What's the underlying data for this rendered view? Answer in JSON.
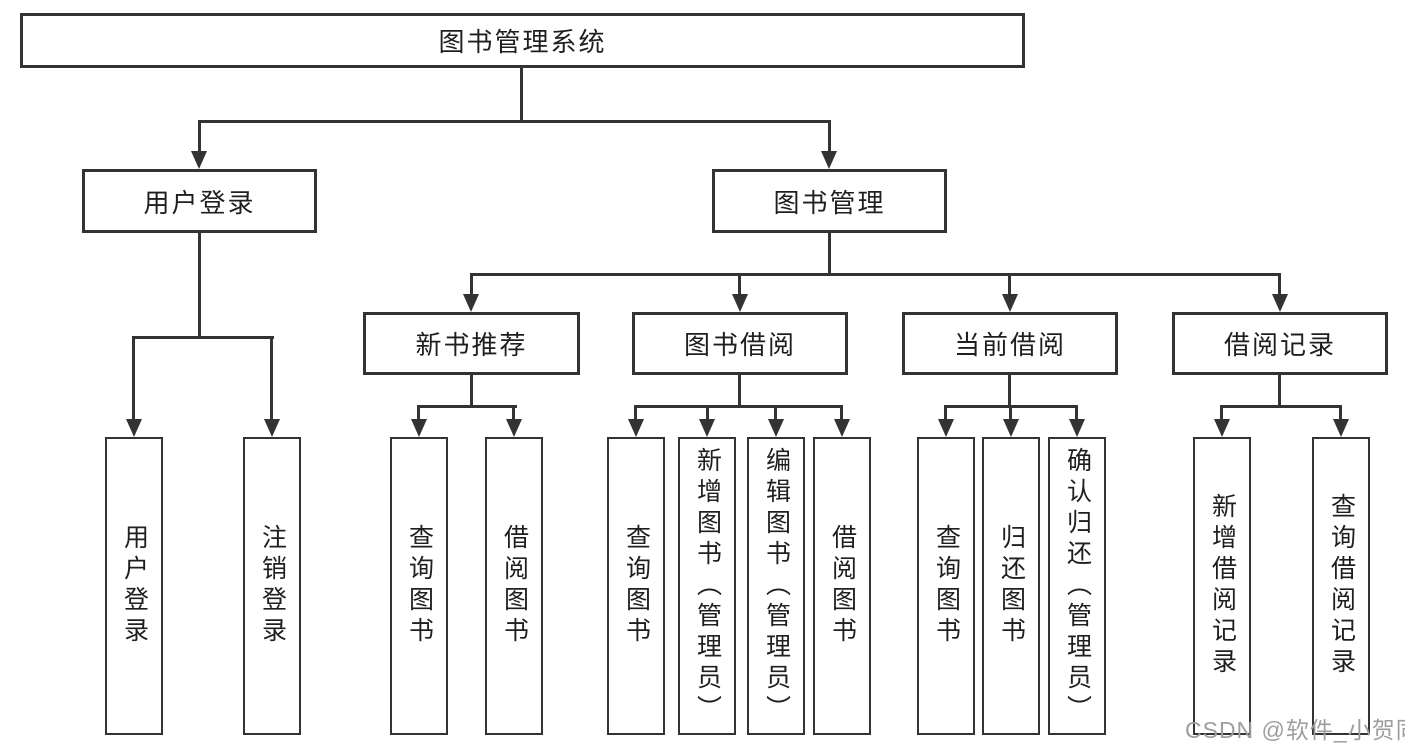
{
  "root": {
    "label": "图书管理系统"
  },
  "branches": {
    "userLogin": {
      "label": "用户登录"
    },
    "bookMgmt": {
      "label": "图书管理"
    }
  },
  "modules": {
    "newBooks": {
      "label": "新书推荐"
    },
    "bookBorrow": {
      "label": "图书借阅"
    },
    "currentBorrow": {
      "label": "当前借阅"
    },
    "borrowRecords": {
      "label": "借阅记录"
    }
  },
  "leaves": {
    "userLogin": [
      "用户登录",
      "注销登录"
    ],
    "newBooks": [
      "查询图书",
      "借阅图书"
    ],
    "bookBorrow": [
      "查询图书",
      "新增图书（管理员）",
      "编辑图书（管理员）",
      "借阅图书"
    ],
    "currentBorrow": [
      "查询图书",
      "归还图书",
      "确认归还（管理员）"
    ],
    "borrowRecords": [
      "新增借阅记录",
      "查询借阅记录"
    ]
  },
  "watermark": "CSDN @软件_小贺同学",
  "colors": {
    "line": "#333333",
    "text": "#1f1f1f",
    "watermark": "#9e9e9e",
    "background": "#ffffff"
  }
}
